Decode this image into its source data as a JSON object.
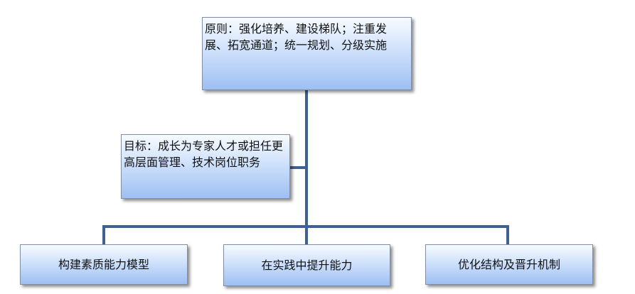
{
  "diagram": {
    "line_color": "#3e6190",
    "principle": {
      "text": "原则：强化培养、建设梯队；注重发展、拓宽通道；统一规划、分级实施"
    },
    "goal": {
      "text": "目标：成长为专家人才或担任更高层面管理、技术岗位职务"
    },
    "branches": [
      {
        "label": "构建素质能力模型"
      },
      {
        "label": "在实践中提升能力"
      },
      {
        "label": "优化结构及晋升机制"
      }
    ]
  }
}
